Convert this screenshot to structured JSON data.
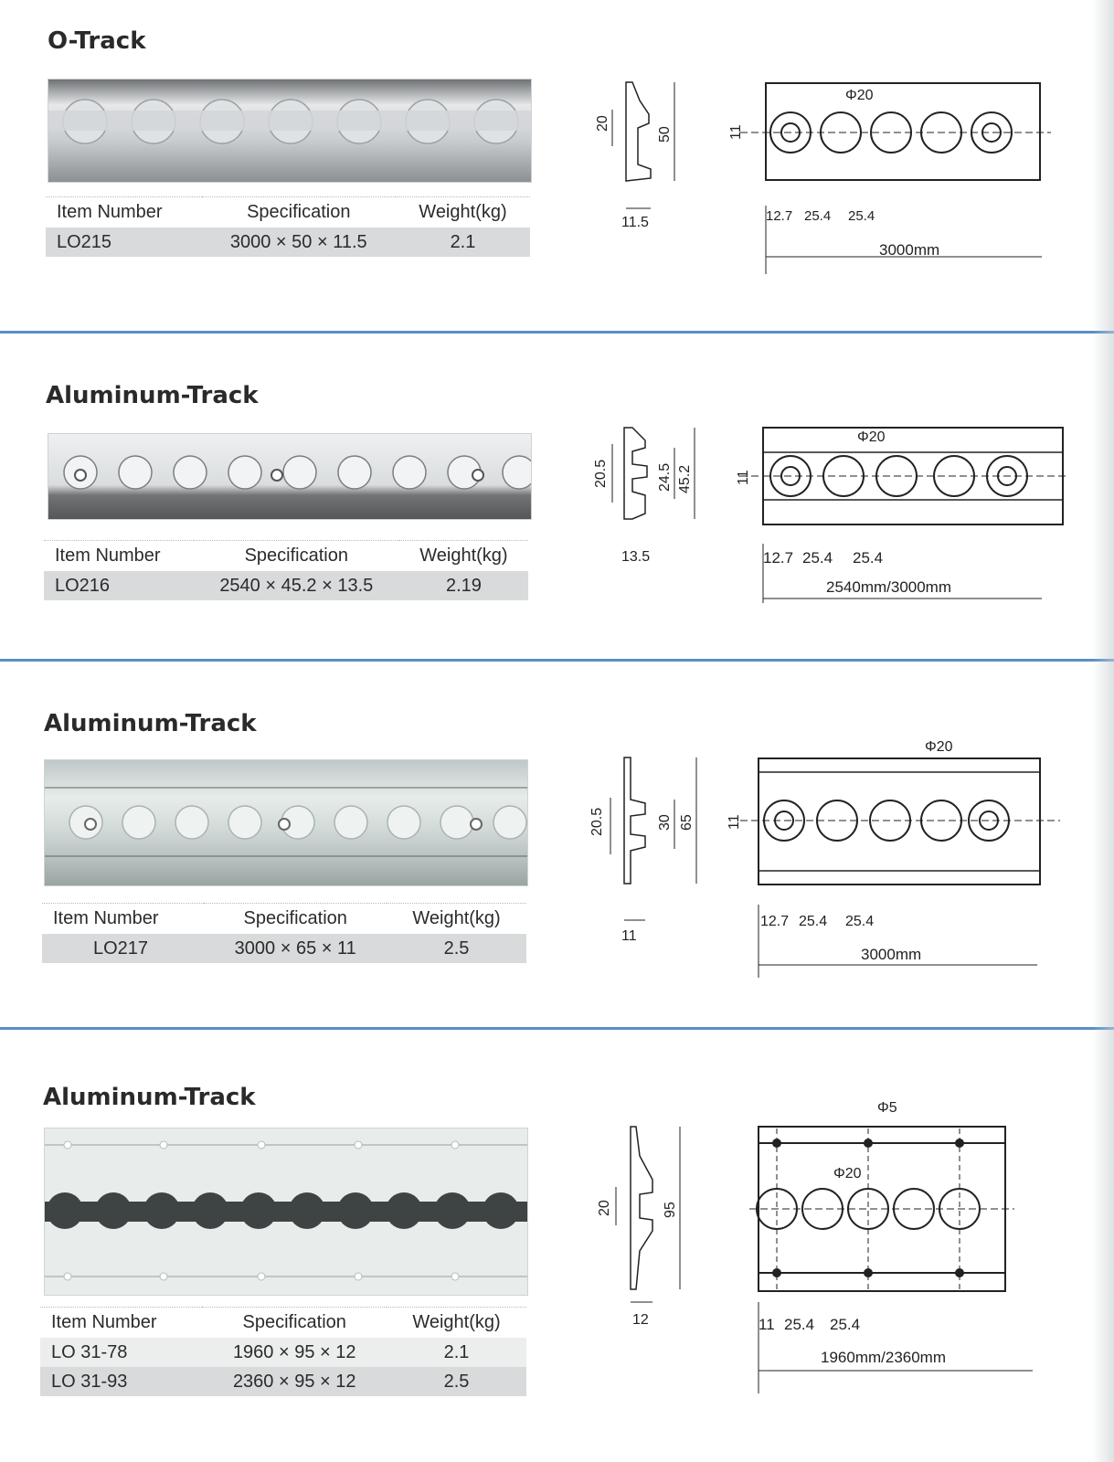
{
  "sections": [
    {
      "title": "O-Track",
      "table": {
        "headers": [
          "Item Number",
          "Specification",
          "Weight(kg)"
        ],
        "rows": [
          [
            "LO215",
            "3000 × 50 × 11.5",
            "2.1"
          ]
        ]
      },
      "profile_dims": [
        "20",
        "50",
        "11.5"
      ],
      "plan_dims": {
        "hole": "Φ20",
        "offset": "11",
        "pitch": [
          "12.7",
          "25.4",
          "25.4"
        ],
        "length": "3000mm"
      }
    },
    {
      "title": "Aluminum-Track",
      "table": {
        "headers": [
          "Item Number",
          "Specification",
          "Weight(kg)"
        ],
        "rows": [
          [
            "LO216",
            "2540 × 45.2 × 13.5",
            "2.19"
          ]
        ]
      },
      "profile_dims": [
        "20.5",
        "24.5",
        "45.2",
        "13.5"
      ],
      "plan_dims": {
        "hole": "Φ20",
        "offset": "11",
        "pitch": [
          "12.7",
          "25.4",
          "25.4"
        ],
        "length": "2540mm/3000mm"
      }
    },
    {
      "title": "Aluminum-Track",
      "table": {
        "headers": [
          "Item Number",
          "Specification",
          "Weight(kg)"
        ],
        "rows": [
          [
            "LO217",
            "3000 × 65 × 11",
            "2.5"
          ]
        ]
      },
      "profile_dims": [
        "20.5",
        "30",
        "65",
        "11"
      ],
      "plan_dims": {
        "hole": "Φ20",
        "offset": "11",
        "pitch": [
          "12.7",
          "25.4",
          "25.4"
        ],
        "length": "3000mm"
      }
    },
    {
      "title": "Aluminum-Track",
      "table": {
        "headers": [
          "Item Number",
          "Specification",
          "Weight(kg)"
        ],
        "rows": [
          [
            "LO 31-78",
            "1960 × 95  × 12",
            "2.1"
          ],
          [
            "LO 31-93",
            "2360 × 95 × 12",
            "2.5"
          ]
        ]
      },
      "profile_dims": [
        "20",
        "95",
        "12"
      ],
      "plan_dims": {
        "hole": "Φ20",
        "small_hole": "Φ5",
        "pitch": [
          "11",
          "25.4",
          "25.4"
        ],
        "length": "1960mm/2360mm"
      }
    }
  ],
  "colors": {
    "divider": "#5a8ec6",
    "row_shade": "#d9dadc"
  }
}
